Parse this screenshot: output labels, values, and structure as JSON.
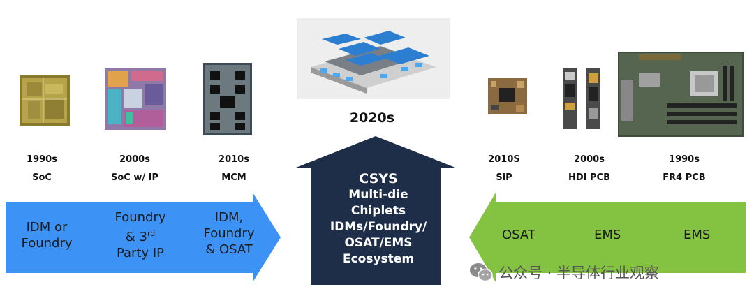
{
  "center": {
    "year": "2020s",
    "lines": [
      "CSYS",
      "Multi-die",
      "Chiplets",
      "IDMs/Foundry/",
      "OSAT/EMS",
      "Ecosystem"
    ]
  },
  "left_eras": [
    {
      "year": "1990s",
      "label": "SoC"
    },
    {
      "year": "2000s",
      "label": "SoC w/ IP"
    },
    {
      "year": "2010s",
      "label": "MCM"
    }
  ],
  "right_eras": [
    {
      "year": "2010S",
      "label": "SiP"
    },
    {
      "year": "2000s",
      "label": "HDI PCB"
    },
    {
      "year": "1990s",
      "label": "FR4 PCB"
    }
  ],
  "left_arrow": {
    "color": "#3d93f5",
    "items": [
      {
        "line1": "IDM or",
        "line2": "Foundry"
      },
      {
        "line1": "Foundry",
        "line2": "& 3",
        "sup": "rd",
        "line3": "Party IP"
      },
      {
        "line1": "IDM,",
        "line2": "Foundry",
        "line3": "& OSAT"
      }
    ]
  },
  "right_arrow": {
    "color": "#84c341",
    "items": [
      "OSAT",
      "EMS",
      "EMS"
    ]
  },
  "center_arrow_color": "#1f2e48",
  "watermark": {
    "text": "公众号 · 半导体行业观察",
    "icon": "wechat-icon"
  }
}
